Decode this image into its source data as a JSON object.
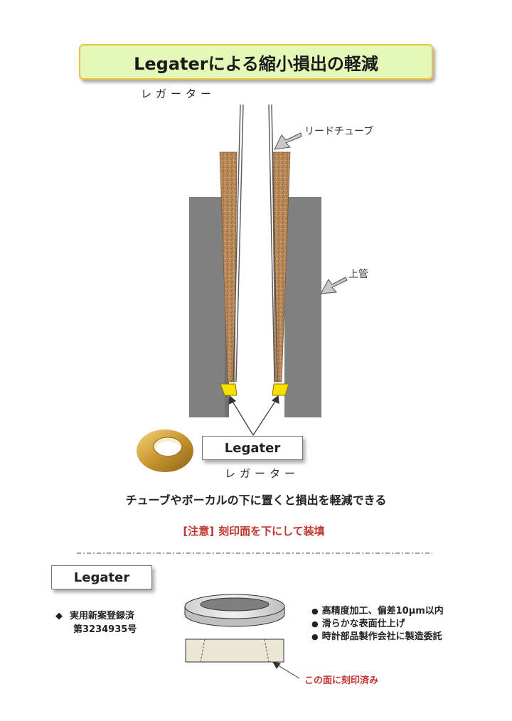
{
  "title": "Legaterによる縮小損出の軽減",
  "diagram": {
    "top_label": "レガーター",
    "reed_tube_label": "リードチューブ",
    "upper_tube_label": "上管",
    "legater_box_label": "Legater",
    "legater_kana": "レガーター"
  },
  "caption": "チューブやボーカルの下に置くと損出を軽減できる",
  "caution": {
    "tag": "[注意]",
    "text": "刻印面を下にして装填"
  },
  "product": {
    "name": "Legater",
    "registration_line1": "実用新案登録済",
    "registration_line2": "第3234935号",
    "features": [
      "高精度加工、偏差10μm以内",
      "滑らかな表面仕上げ",
      "時計部品製作会社に製造委託"
    ],
    "stamp_note": "この面に刻印済み"
  },
  "colors": {
    "title_bg": "#e4f8b8",
    "title_border": "#f0c040",
    "upper_tube": "#808080",
    "cork": "#b88858",
    "legater_ring": "#f5e000",
    "caution_red": "#c0322b"
  }
}
